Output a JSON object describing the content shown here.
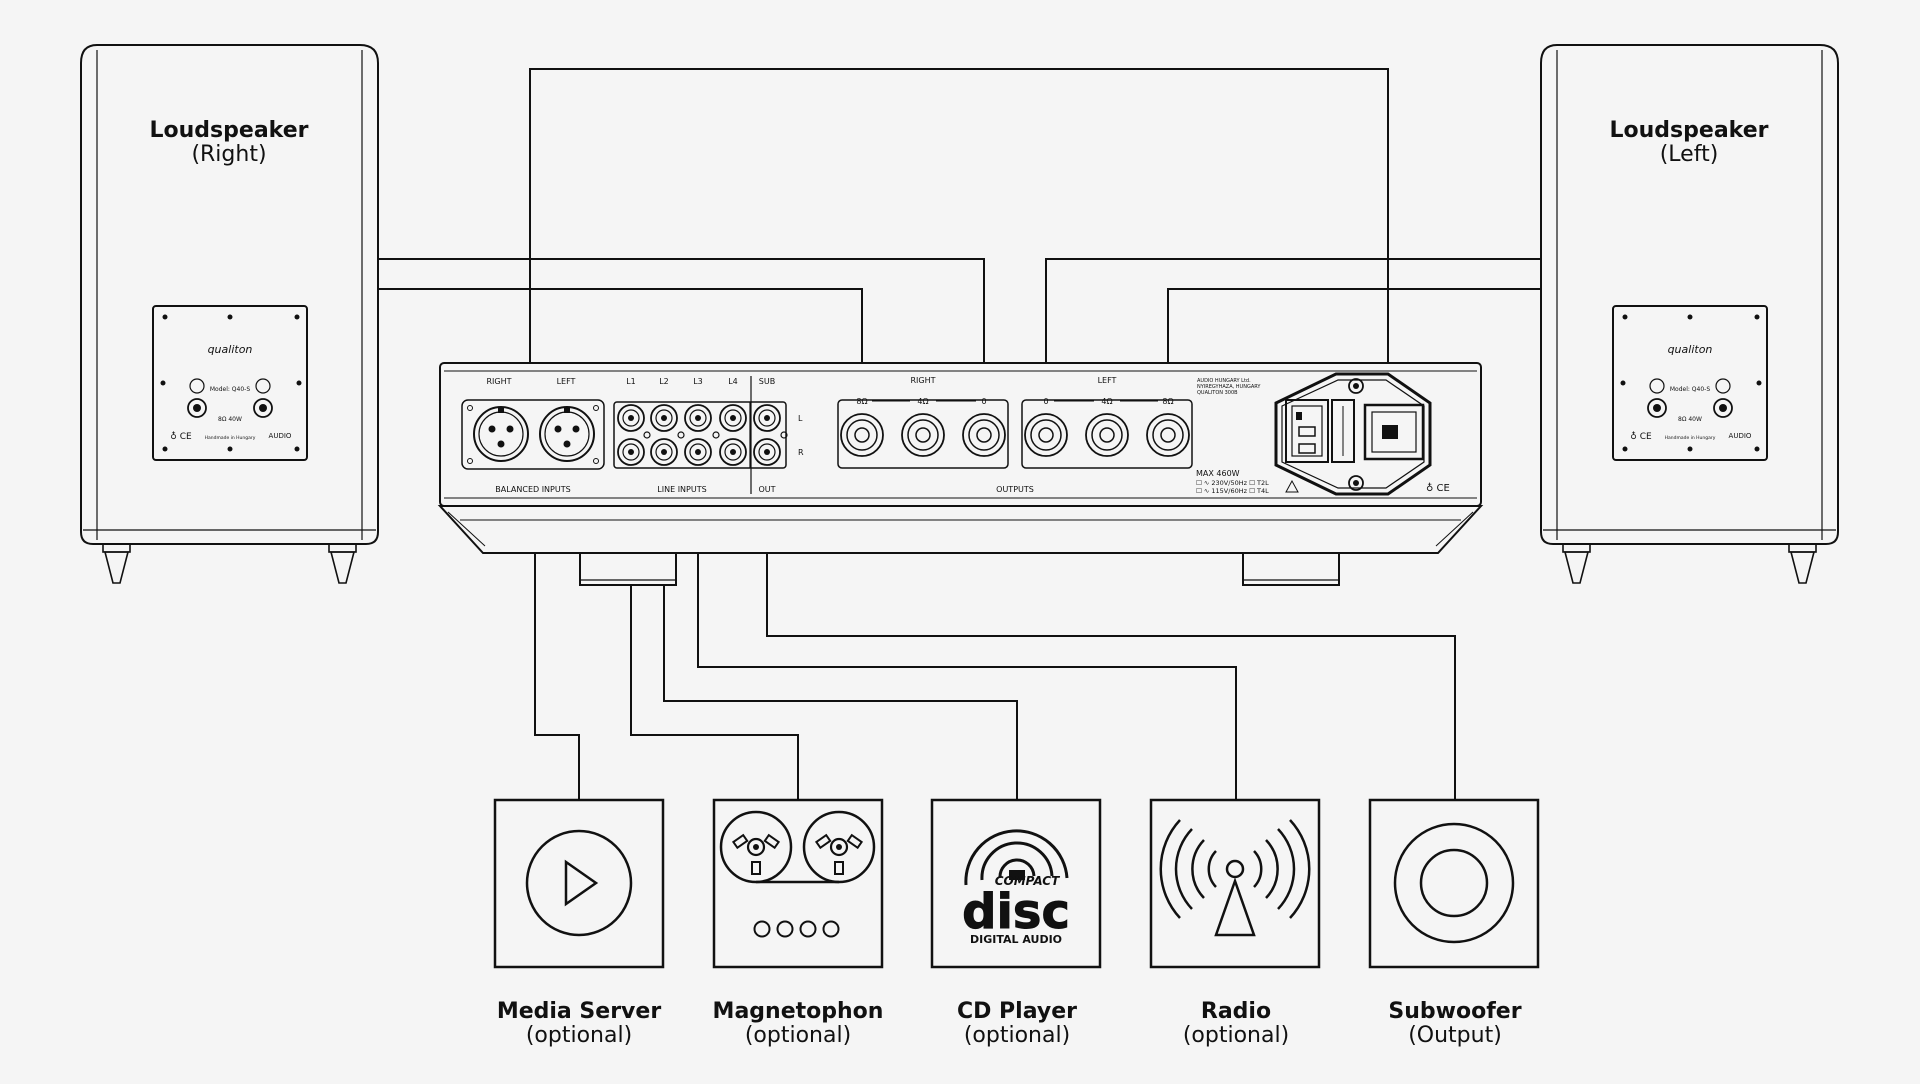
{
  "speakers": {
    "right": {
      "title": "Loudspeaker",
      "subtitle": "(Right)"
    },
    "left": {
      "title": "Loudspeaker",
      "subtitle": "(Left)"
    },
    "plate": {
      "brand": "qualiton",
      "model": "Model: Q40-S",
      "spec": "8Ω   40W",
      "marks": "♁ CE",
      "handmade": "Handmade in Hungary",
      "logo": "AUDIO"
    }
  },
  "amp": {
    "balanced_right": "RIGHT",
    "balanced_left": "LEFT",
    "balanced_title": "BALANCED INPUTS",
    "line_labels": [
      "L1",
      "L2",
      "L3",
      "L4"
    ],
    "sub_label": "SUB",
    "line_title": "LINE INPUTS",
    "out_title": "OUT",
    "ch_l": "L",
    "ch_r": "R",
    "out_right": "RIGHT",
    "out_left": "LEFT",
    "outputs_title": "OUTPUTS",
    "right_terminals": [
      "8Ω",
      "4Ω",
      "0"
    ],
    "left_terminals": [
      "0",
      "4Ω",
      "8Ω"
    ],
    "maker_lines": [
      "AUDIO HUNGARY Ltd.",
      "NYIREGYHAZA, HUNGARY",
      "QUALITON 300B"
    ],
    "max_power": "MAX 460W",
    "mains_1": "☐ ∿ 230V/50Hz ☐ T2L",
    "mains_2": "☐ ∿ 115V/60Hz ☐ T4L",
    "cert": "♁ CE"
  },
  "devices": [
    {
      "title": "Media Server",
      "subtitle": "(optional)"
    },
    {
      "title": "Magnetophon",
      "subtitle": "(optional)"
    },
    {
      "title": "CD Player",
      "subtitle": "(optional)"
    },
    {
      "title": "Radio",
      "subtitle": "(optional)"
    },
    {
      "title": "Subwoofer",
      "subtitle": "(Output)"
    }
  ],
  "cd_logo": {
    "compact": "COMPACT",
    "disc": "disc",
    "digital": "DIGITAL AUDIO"
  }
}
